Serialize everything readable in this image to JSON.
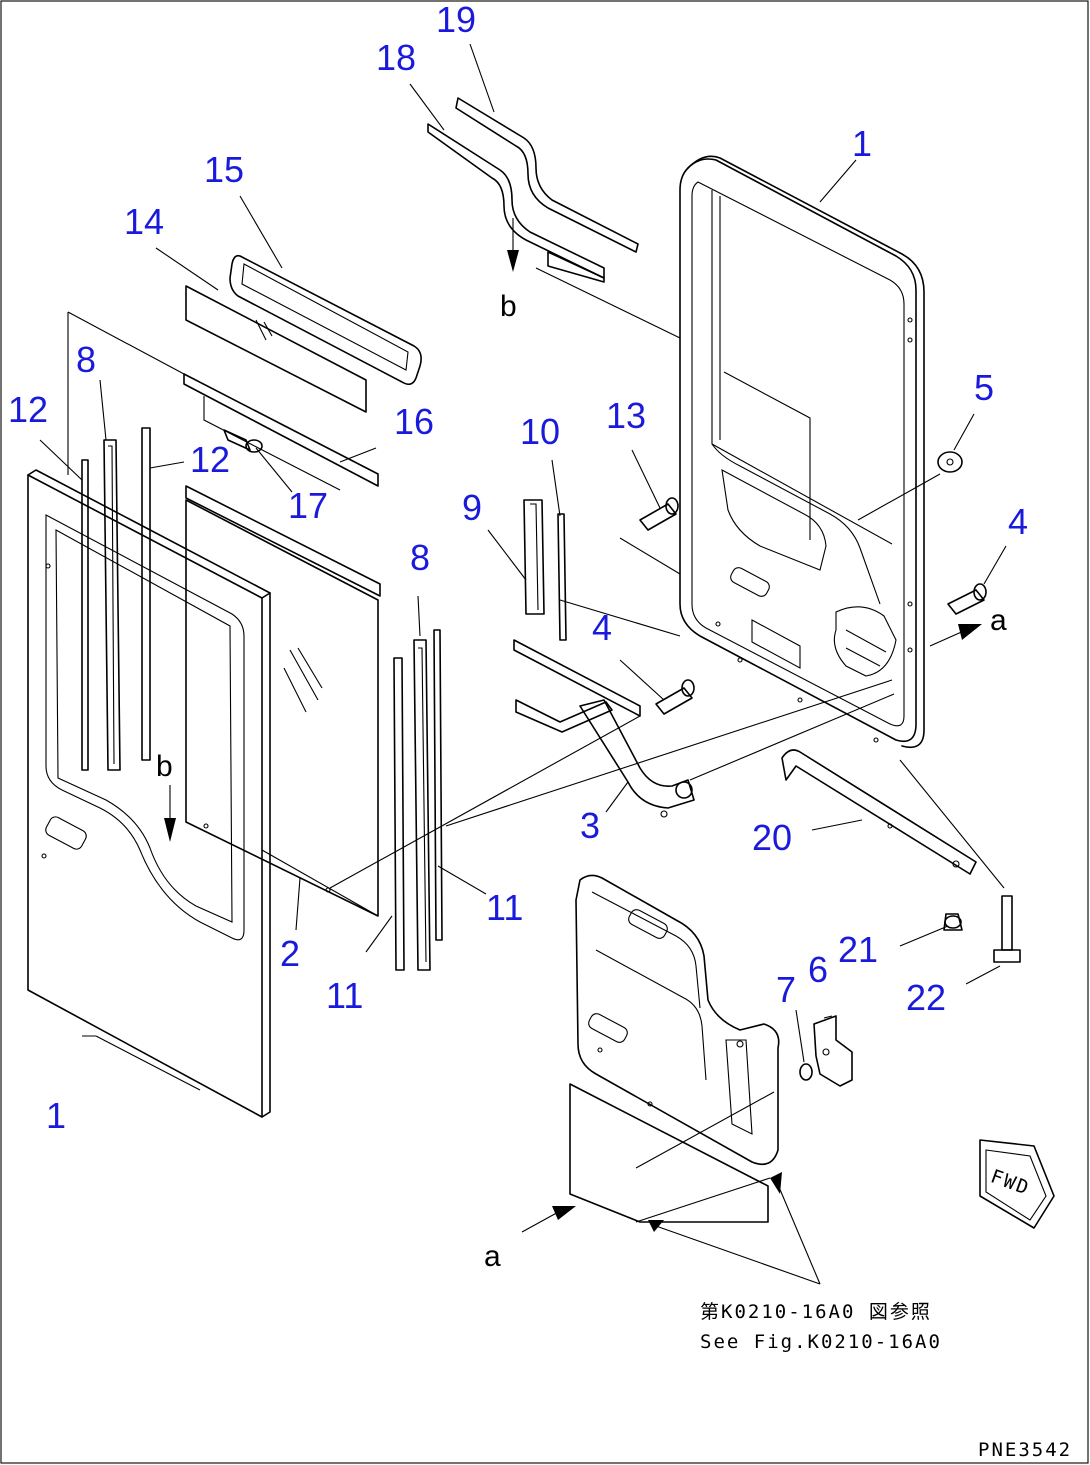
{
  "drawing_code": "PNE3542",
  "reference_note": {
    "line_jp": "第K0210-16A0 図参照",
    "line_en": "See Fig.K0210-16A0"
  },
  "fwd_label": "FWD",
  "view_letters": {
    "a_top": "a",
    "a_bottom": "a",
    "b_top": "b",
    "b_door": "b"
  },
  "callouts": {
    "c1_top": "1",
    "c1_bottom": "1",
    "c2": "2",
    "c3": "3",
    "c4_right": "4",
    "c4_mid": "4",
    "c5": "5",
    "c6": "6",
    "c7": "7",
    "c8_left": "8",
    "c8_right": "8",
    "c9": "9",
    "c10": "10",
    "c11_right": "11",
    "c11_left": "11",
    "c12_left": "12",
    "c12_mid": "12",
    "c13": "13",
    "c14": "14",
    "c15": "15",
    "c16": "16",
    "c17": "17",
    "c18": "18",
    "c19": "19",
    "c20": "20",
    "c21": "21",
    "c22": "22"
  }
}
